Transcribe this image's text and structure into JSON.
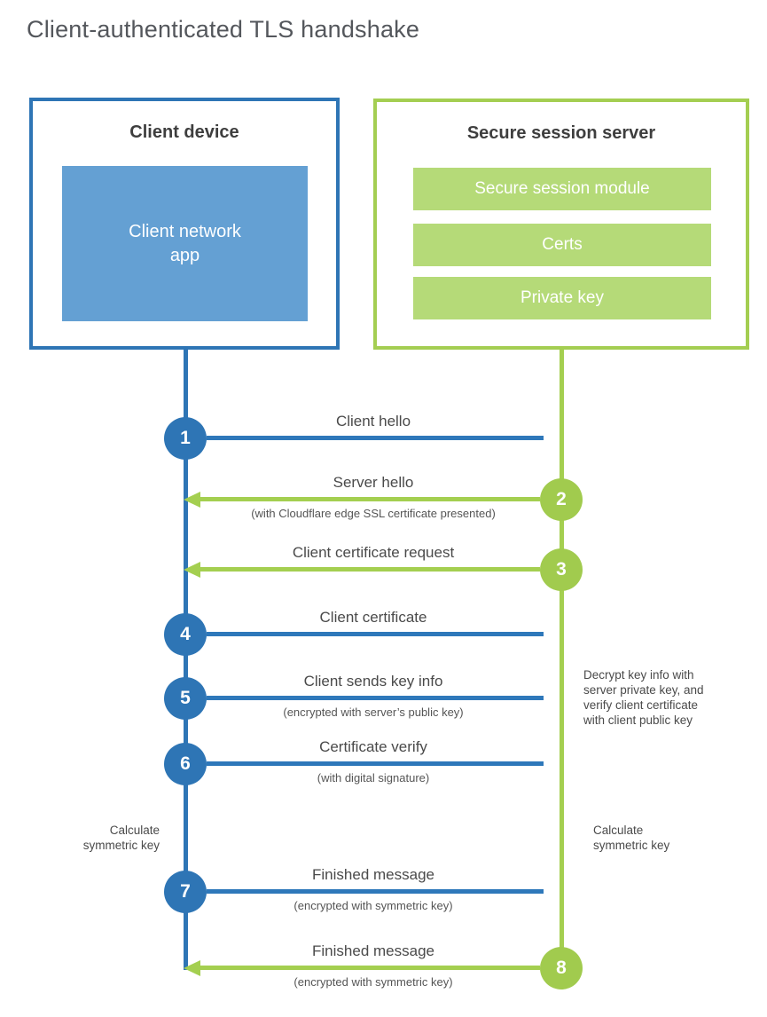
{
  "title": "Client-authenticated TLS handshake",
  "colors": {
    "blue_stroke": "#2e75b5",
    "blue_fill": "#64a0d3",
    "green_stroke": "#a4cf50",
    "green_fill": "#b5da78",
    "heading_text": "#3e3e3e",
    "label_text": "#4a4a4a"
  },
  "client": {
    "title": "Client device",
    "app_lines": [
      "Client network",
      "app"
    ]
  },
  "server": {
    "title": "Secure session server",
    "modules": [
      "Secure session module",
      "Certs",
      "Private key"
    ]
  },
  "steps": [
    {
      "num": "1",
      "label": "Client hello",
      "sub": "",
      "direction": "client_to_server"
    },
    {
      "num": "2",
      "label": "Server hello",
      "sub": "(with Cloudflare edge SSL certificate presented)",
      "direction": "server_to_client"
    },
    {
      "num": "3",
      "label": "Client certificate request",
      "sub": "",
      "direction": "server_to_client"
    },
    {
      "num": "4",
      "label": "Client certificate",
      "sub": "",
      "direction": "client_to_server"
    },
    {
      "num": "5",
      "label": "Client sends key info",
      "sub": "(encrypted with server’s public key)",
      "direction": "client_to_server"
    },
    {
      "num": "6",
      "label": "Certificate verify",
      "sub": "(with digital signature)",
      "direction": "client_to_server"
    },
    {
      "num": "7",
      "label": "Finished message",
      "sub": "(encrypted with symmetric key)",
      "direction": "client_to_server"
    },
    {
      "num": "8",
      "label": "Finished message",
      "sub": "(encrypted with symmetric key)",
      "direction": "server_to_client"
    }
  ],
  "notes": {
    "decrypt": [
      "Decrypt key info with",
      "server private key, and",
      "verify client certificate",
      "with client public key"
    ],
    "calc_left": [
      "Calculate",
      "symmetric key"
    ],
    "calc_right": [
      "Calculate",
      "symmetric key"
    ]
  }
}
